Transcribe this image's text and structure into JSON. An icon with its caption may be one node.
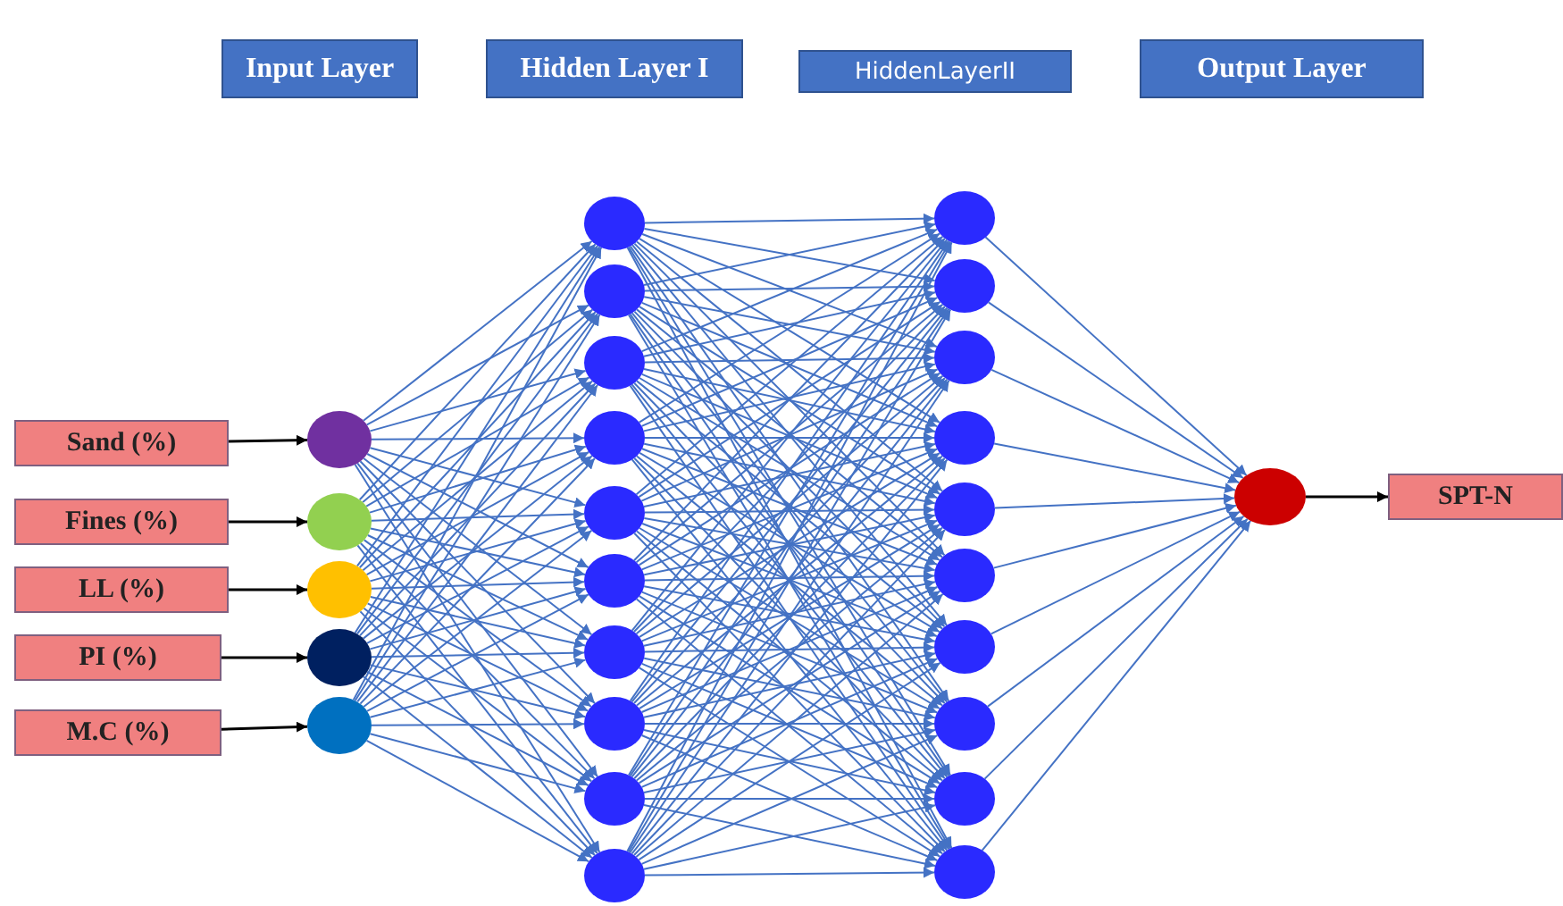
{
  "diagram": {
    "nodes": [
      {
        "text": [
          "Input Layer"
        ]
      },
      {
        "text": [
          "Hidden Layer I"
        ]
      },
      {
        "text": [
          "HiddenLayerII"
        ]
      },
      {
        "text": [
          "Output Layer"
        ]
      },
      {
        "text": [
          "Sand (%)"
        ]
      },
      {
        "text": [
          "Fines (%)"
        ]
      },
      {
        "text": [
          "LL (%)"
        ]
      },
      {
        "text": [
          "PI (%)"
        ]
      },
      {
        "text": [
          "M.C (%)"
        ]
      },
      {
        "text": [],
        "shape": "circle"
      },
      {
        "text": [],
        "shape": "circle"
      },
      {
        "text": [],
        "shape": "circle"
      },
      {
        "text": [],
        "shape": "circle"
      },
      {
        "text": [],
        "shape": "circle"
      },
      {
        "text": [],
        "shape": "circle"
      },
      {
        "text": [],
        "shape": "circle"
      },
      {
        "text": [],
        "shape": "circle"
      },
      {
        "text": [],
        "shape": "circle"
      },
      {
        "text": [],
        "shape": "circle"
      },
      {
        "text": [],
        "shape": "circle"
      },
      {
        "text": [],
        "shape": "circle"
      },
      {
        "text": [],
        "shape": "circle"
      },
      {
        "text": [],
        "shape": "circle"
      },
      {
        "text": [],
        "shape": "circle"
      },
      {
        "text": [],
        "shape": "circle"
      },
      {
        "text": [],
        "shape": "circle"
      },
      {
        "text": [],
        "shape": "circle"
      },
      {
        "text": [],
        "shape": "circle"
      },
      {
        "text": [],
        "shape": "circle"
      },
      {
        "text": [],
        "shape": "circle"
      },
      {
        "text": [],
        "shape": "circle"
      },
      {
        "text": [],
        "shape": "circle"
      },
      {
        "text": [],
        "shape": "circle"
      },
      {
        "text": [],
        "shape": "circle"
      },
      {
        "text": [],
        "shape": "circle"
      },
      {
        "text": [
          "SPT-N"
        ]
      }
    ],
    "edges": [
      {
        "from": 4,
        "to": 9,
        "arrow": "to",
        "color": "#000000"
      },
      {
        "from": 5,
        "to": 10,
        "arrow": "to",
        "color": "#000000"
      },
      {
        "from": 6,
        "to": 11,
        "arrow": "to",
        "color": "#000000"
      },
      {
        "from": 7,
        "to": 12,
        "arrow": "to",
        "color": "#000000"
      },
      {
        "from": 8,
        "to": 13,
        "arrow": "to",
        "color": "#000000"
      },
      {
        "from": 9,
        "to": 14,
        "arrow": "to"
      },
      {
        "from": 9,
        "to": 15,
        "arrow": "to"
      },
      {
        "from": 9,
        "to": 16,
        "arrow": "to"
      },
      {
        "from": 9,
        "to": 17,
        "arrow": "to"
      },
      {
        "from": 9,
        "to": 18,
        "arrow": "to"
      },
      {
        "from": 9,
        "to": 19,
        "arrow": "to"
      },
      {
        "from": 9,
        "to": 20,
        "arrow": "to"
      },
      {
        "from": 9,
        "to": 21,
        "arrow": "to"
      },
      {
        "from": 9,
        "to": 22,
        "arrow": "to"
      },
      {
        "from": 9,
        "to": 23,
        "arrow": "to"
      },
      {
        "from": 10,
        "to": 14,
        "arrow": "to"
      },
      {
        "from": 10,
        "to": 15,
        "arrow": "to"
      },
      {
        "from": 10,
        "to": 16,
        "arrow": "to"
      },
      {
        "from": 10,
        "to": 17,
        "arrow": "to"
      },
      {
        "from": 10,
        "to": 18,
        "arrow": "to"
      },
      {
        "from": 10,
        "to": 19,
        "arrow": "to"
      },
      {
        "from": 10,
        "to": 20,
        "arrow": "to"
      },
      {
        "from": 10,
        "to": 21,
        "arrow": "to"
      },
      {
        "from": 10,
        "to": 22,
        "arrow": "to"
      },
      {
        "from": 10,
        "to": 23,
        "arrow": "to"
      },
      {
        "from": 11,
        "to": 14,
        "arrow": "to"
      },
      {
        "from": 11,
        "to": 15,
        "arrow": "to"
      },
      {
        "from": 11,
        "to": 16,
        "arrow": "to"
      },
      {
        "from": 11,
        "to": 17,
        "arrow": "to"
      },
      {
        "from": 11,
        "to": 18,
        "arrow": "to"
      },
      {
        "from": 11,
        "to": 19,
        "arrow": "to"
      },
      {
        "from": 11,
        "to": 20,
        "arrow": "to"
      },
      {
        "from": 11,
        "to": 21,
        "arrow": "to"
      },
      {
        "from": 11,
        "to": 22,
        "arrow": "to"
      },
      {
        "from": 11,
        "to": 23,
        "arrow": "to"
      },
      {
        "from": 12,
        "to": 14,
        "arrow": "to"
      },
      {
        "from": 12,
        "to": 15,
        "arrow": "to"
      },
      {
        "from": 12,
        "to": 16,
        "arrow": "to"
      },
      {
        "from": 12,
        "to": 17,
        "arrow": "to"
      },
      {
        "from": 12,
        "to": 18,
        "arrow": "to"
      },
      {
        "from": 12,
        "to": 19,
        "arrow": "to"
      },
      {
        "from": 12,
        "to": 20,
        "arrow": "to"
      },
      {
        "from": 12,
        "to": 21,
        "arrow": "to"
      },
      {
        "from": 12,
        "to": 22,
        "arrow": "to"
      },
      {
        "from": 12,
        "to": 23,
        "arrow": "to"
      },
      {
        "from": 13,
        "to": 14,
        "arrow": "to"
      },
      {
        "from": 13,
        "to": 15,
        "arrow": "to"
      },
      {
        "from": 13,
        "to": 16,
        "arrow": "to"
      },
      {
        "from": 13,
        "to": 17,
        "arrow": "to"
      },
      {
        "from": 13,
        "to": 18,
        "arrow": "to"
      },
      {
        "from": 13,
        "to": 19,
        "arrow": "to"
      },
      {
        "from": 13,
        "to": 20,
        "arrow": "to"
      },
      {
        "from": 13,
        "to": 21,
        "arrow": "to"
      },
      {
        "from": 13,
        "to": 22,
        "arrow": "to"
      },
      {
        "from": 13,
        "to": 23,
        "arrow": "to"
      },
      {
        "from": 14,
        "to": 24,
        "arrow": "to"
      },
      {
        "from": 14,
        "to": 25,
        "arrow": "to"
      },
      {
        "from": 14,
        "to": 26,
        "arrow": "to"
      },
      {
        "from": 14,
        "to": 27,
        "arrow": "to"
      },
      {
        "from": 14,
        "to": 28,
        "arrow": "to"
      },
      {
        "from": 14,
        "to": 29,
        "arrow": "to"
      },
      {
        "from": 14,
        "to": 30,
        "arrow": "to"
      },
      {
        "from": 14,
        "to": 31,
        "arrow": "to"
      },
      {
        "from": 14,
        "to": 32,
        "arrow": "to"
      },
      {
        "from": 14,
        "to": 33,
        "arrow": "to"
      },
      {
        "from": 15,
        "to": 24,
        "arrow": "to"
      },
      {
        "from": 15,
        "to": 25,
        "arrow": "to"
      },
      {
        "from": 15,
        "to": 26,
        "arrow": "to"
      },
      {
        "from": 15,
        "to": 27,
        "arrow": "to"
      },
      {
        "from": 15,
        "to": 28,
        "arrow": "to"
      },
      {
        "from": 15,
        "to": 29,
        "arrow": "to"
      },
      {
        "from": 15,
        "to": 30,
        "arrow": "to"
      },
      {
        "from": 15,
        "to": 31,
        "arrow": "to"
      },
      {
        "from": 15,
        "to": 32,
        "arrow": "to"
      },
      {
        "from": 15,
        "to": 33,
        "arrow": "to"
      },
      {
        "from": 16,
        "to": 24,
        "arrow": "to"
      },
      {
        "from": 16,
        "to": 25,
        "arrow": "to"
      },
      {
        "from": 16,
        "to": 26,
        "arrow": "to"
      },
      {
        "from": 16,
        "to": 27,
        "arrow": "to"
      },
      {
        "from": 16,
        "to": 28,
        "arrow": "to"
      },
      {
        "from": 16,
        "to": 29,
        "arrow": "to"
      },
      {
        "from": 16,
        "to": 30,
        "arrow": "to"
      },
      {
        "from": 16,
        "to": 31,
        "arrow": "to"
      },
      {
        "from": 16,
        "to": 32,
        "arrow": "to"
      },
      {
        "from": 16,
        "to": 33,
        "arrow": "to"
      },
      {
        "from": 17,
        "to": 24,
        "arrow": "to"
      },
      {
        "from": 17,
        "to": 25,
        "arrow": "to"
      },
      {
        "from": 17,
        "to": 26,
        "arrow": "to"
      },
      {
        "from": 17,
        "to": 27,
        "arrow": "to"
      },
      {
        "from": 17,
        "to": 28,
        "arrow": "to"
      },
      {
        "from": 17,
        "to": 29,
        "arrow": "to"
      },
      {
        "from": 17,
        "to": 30,
        "arrow": "to"
      },
      {
        "from": 17,
        "to": 31,
        "arrow": "to"
      },
      {
        "from": 17,
        "to": 32,
        "arrow": "to"
      },
      {
        "from": 17,
        "to": 33,
        "arrow": "to"
      },
      {
        "from": 18,
        "to": 24,
        "arrow": "to"
      },
      {
        "from": 18,
        "to": 25,
        "arrow": "to"
      },
      {
        "from": 18,
        "to": 26,
        "arrow": "to"
      },
      {
        "from": 18,
        "to": 27,
        "arrow": "to"
      },
      {
        "from": 18,
        "to": 28,
        "arrow": "to"
      },
      {
        "from": 18,
        "to": 29,
        "arrow": "to"
      },
      {
        "from": 18,
        "to": 30,
        "arrow": "to"
      },
      {
        "from": 18,
        "to": 31,
        "arrow": "to"
      },
      {
        "from": 18,
        "to": 32,
        "arrow": "to"
      },
      {
        "from": 18,
        "to": 33,
        "arrow": "to"
      },
      {
        "from": 19,
        "to": 24,
        "arrow": "to"
      },
      {
        "from": 19,
        "to": 25,
        "arrow": "to"
      },
      {
        "from": 19,
        "to": 26,
        "arrow": "to"
      },
      {
        "from": 19,
        "to": 27,
        "arrow": "to"
      },
      {
        "from": 19,
        "to": 28,
        "arrow": "to"
      },
      {
        "from": 19,
        "to": 29,
        "arrow": "to"
      },
      {
        "from": 19,
        "to": 30,
        "arrow": "to"
      },
      {
        "from": 19,
        "to": 31,
        "arrow": "to"
      },
      {
        "from": 19,
        "to": 32,
        "arrow": "to"
      },
      {
        "from": 19,
        "to": 33,
        "arrow": "to"
      },
      {
        "from": 20,
        "to": 24,
        "arrow": "to"
      },
      {
        "from": 20,
        "to": 25,
        "arrow": "to"
      },
      {
        "from": 20,
        "to": 26,
        "arrow": "to"
      },
      {
        "from": 20,
        "to": 27,
        "arrow": "to"
      },
      {
        "from": 20,
        "to": 28,
        "arrow": "to"
      },
      {
        "from": 20,
        "to": 29,
        "arrow": "to"
      },
      {
        "from": 20,
        "to": 30,
        "arrow": "to"
      },
      {
        "from": 20,
        "to": 31,
        "arrow": "to"
      },
      {
        "from": 20,
        "to": 32,
        "arrow": "to"
      },
      {
        "from": 20,
        "to": 33,
        "arrow": "to"
      },
      {
        "from": 21,
        "to": 24,
        "arrow": "to"
      },
      {
        "from": 21,
        "to": 25,
        "arrow": "to"
      },
      {
        "from": 21,
        "to": 26,
        "arrow": "to"
      },
      {
        "from": 21,
        "to": 27,
        "arrow": "to"
      },
      {
        "from": 21,
        "to": 28,
        "arrow": "to"
      },
      {
        "from": 21,
        "to": 29,
        "arrow": "to"
      },
      {
        "from": 21,
        "to": 30,
        "arrow": "to"
      },
      {
        "from": 21,
        "to": 31,
        "arrow": "to"
      },
      {
        "from": 21,
        "to": 32,
        "arrow": "to"
      },
      {
        "from": 21,
        "to": 33,
        "arrow": "to"
      },
      {
        "from": 22,
        "to": 24,
        "arrow": "to"
      },
      {
        "from": 22,
        "to": 25,
        "arrow": "to"
      },
      {
        "from": 22,
        "to": 26,
        "arrow": "to"
      },
      {
        "from": 22,
        "to": 27,
        "arrow": "to"
      },
      {
        "from": 22,
        "to": 28,
        "arrow": "to"
      },
      {
        "from": 22,
        "to": 29,
        "arrow": "to"
      },
      {
        "from": 22,
        "to": 30,
        "arrow": "to"
      },
      {
        "from": 22,
        "to": 31,
        "arrow": "to"
      },
      {
        "from": 22,
        "to": 32,
        "arrow": "to"
      },
      {
        "from": 22,
        "to": 33,
        "arrow": "to"
      },
      {
        "from": 23,
        "to": 24,
        "arrow": "to"
      },
      {
        "from": 23,
        "to": 25,
        "arrow": "to"
      },
      {
        "from": 23,
        "to": 26,
        "arrow": "to"
      },
      {
        "from": 23,
        "to": 27,
        "arrow": "to"
      },
      {
        "from": 23,
        "to": 28,
        "arrow": "to"
      },
      {
        "from": 23,
        "to": 29,
        "arrow": "to"
      },
      {
        "from": 23,
        "to": 30,
        "arrow": "to"
      },
      {
        "from": 23,
        "to": 31,
        "arrow": "to"
      },
      {
        "from": 23,
        "to": 32,
        "arrow": "to"
      },
      {
        "from": 23,
        "to": 33,
        "arrow": "to"
      },
      {
        "from": 24,
        "to": 34,
        "arrow": "to"
      },
      {
        "from": 25,
        "to": 34,
        "arrow": "to"
      },
      {
        "from": 26,
        "to": 34,
        "arrow": "to"
      },
      {
        "from": 27,
        "to": 34,
        "arrow": "to"
      },
      {
        "from": 28,
        "to": 34,
        "arrow": "to"
      },
      {
        "from": 29,
        "to": 34,
        "arrow": "to"
      },
      {
        "from": 30,
        "to": 34,
        "arrow": "to"
      },
      {
        "from": 31,
        "to": 34,
        "arrow": "to"
      },
      {
        "from": 32,
        "to": 34,
        "arrow": "to"
      },
      {
        "from": 33,
        "to": 34,
        "arrow": "to"
      },
      {
        "from": 34,
        "to": 35,
        "arrow": "to",
        "color": "#000000"
      }
    ]
  }
}
